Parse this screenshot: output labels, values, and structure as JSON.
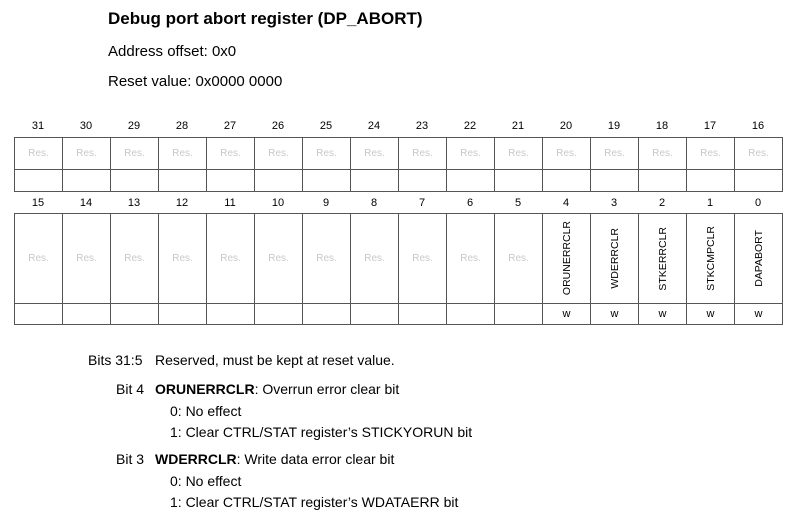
{
  "header": {
    "title": "Debug port abort register (DP_ABORT)",
    "address_offset": "Address offset: 0x0",
    "reset_value": "Reset value: 0x0000 0000"
  },
  "register": {
    "upper_bits": [
      "31",
      "30",
      "29",
      "28",
      "27",
      "26",
      "25",
      "24",
      "23",
      "22",
      "21",
      "20",
      "19",
      "18",
      "17",
      "16"
    ],
    "upper_fields": [
      "Res.",
      "Res.",
      "Res.",
      "Res.",
      "Res.",
      "Res.",
      "Res.",
      "Res.",
      "Res.",
      "Res.",
      "Res.",
      "Res.",
      "Res.",
      "Res.",
      "Res.",
      "Res."
    ],
    "lower_bits": [
      "15",
      "14",
      "13",
      "12",
      "11",
      "10",
      "9",
      "8",
      "7",
      "6",
      "5",
      "4",
      "3",
      "2",
      "1",
      "0"
    ],
    "lower_fields": [
      "Res.",
      "Res.",
      "Res.",
      "Res.",
      "Res.",
      "Res.",
      "Res.",
      "Res.",
      "Res.",
      "Res.",
      "Res.",
      "ORUNERRCLR",
      "WDERRCLR",
      "STKERRCLR",
      "STKCMPCLR",
      "DAPABORT"
    ],
    "lower_access": [
      "",
      "",
      "",
      "",
      "",
      "",
      "",
      "",
      "",
      "",
      "",
      "w",
      "w",
      "w",
      "w",
      "w"
    ]
  },
  "descriptions": {
    "bits_31_5": {
      "label": "Bits 31:5",
      "text": "Reserved, must be kept at reset value."
    },
    "bit_4": {
      "label": "Bit 4",
      "name": "ORUNERRCLR",
      "text": ": Overrun error clear bit",
      "line1": "0: No effect",
      "line2": "1: Clear CTRL/STAT register’s STICKYORUN bit"
    },
    "bit_3": {
      "label": "Bit 3",
      "name": "WDERRCLR",
      "text": ": Write data error clear bit",
      "line1": "0: No effect",
      "line2": "1: Clear CTRL/STAT register’s WDATAERR bit"
    }
  }
}
